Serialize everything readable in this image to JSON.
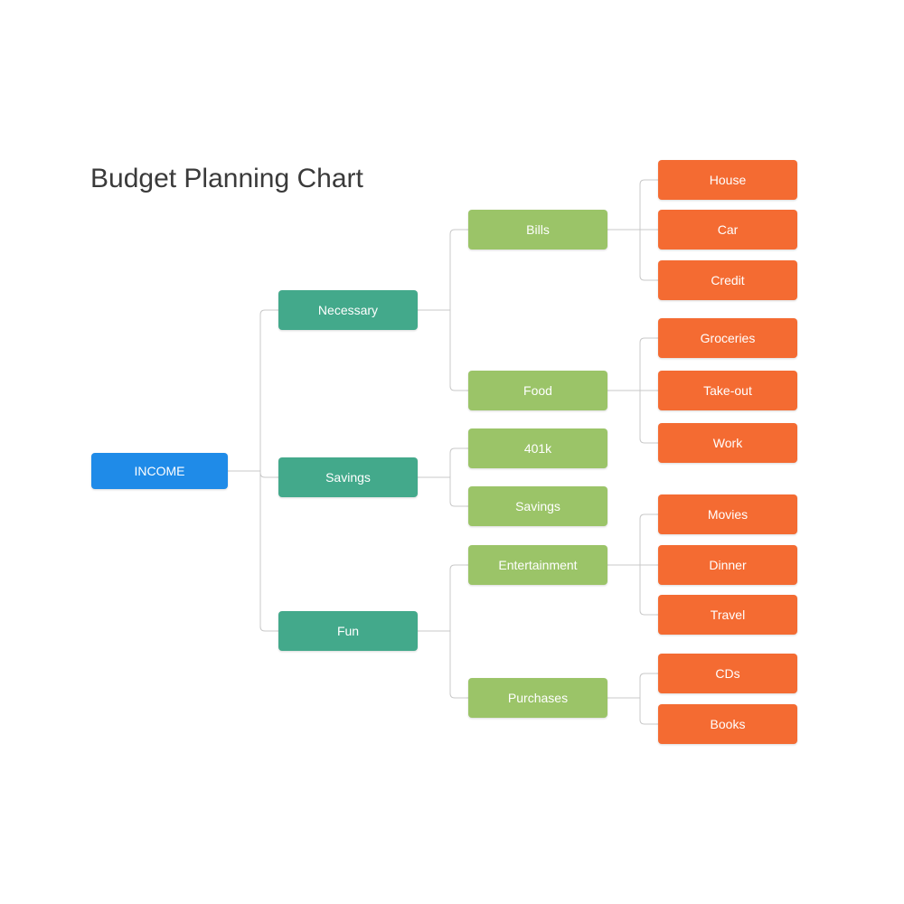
{
  "title": "Budget Planning Chart",
  "colors": {
    "root": "#1f8be8",
    "level1": "#43a98b",
    "level2": "#9bc468",
    "level3": "#f46b32",
    "connector": "#c8c8c8"
  },
  "tree": {
    "label": "INCOME",
    "children": [
      {
        "label": "Necessary",
        "children": [
          {
            "label": "Bills",
            "children": [
              {
                "label": "House"
              },
              {
                "label": "Car"
              },
              {
                "label": "Credit"
              }
            ]
          },
          {
            "label": "Food",
            "children": [
              {
                "label": "Groceries"
              },
              {
                "label": "Take-out"
              },
              {
                "label": "Work"
              }
            ]
          }
        ]
      },
      {
        "label": "Savings",
        "children": [
          {
            "label": "401k"
          },
          {
            "label": "Savings"
          }
        ]
      },
      {
        "label": "Fun",
        "children": [
          {
            "label": "Entertainment",
            "children": [
              {
                "label": "Movies"
              },
              {
                "label": "Dinner"
              },
              {
                "label": "Travel"
              }
            ]
          },
          {
            "label": "Purchases",
            "children": [
              {
                "label": "CDs"
              },
              {
                "label": "Books"
              }
            ]
          }
        ]
      }
    ]
  }
}
